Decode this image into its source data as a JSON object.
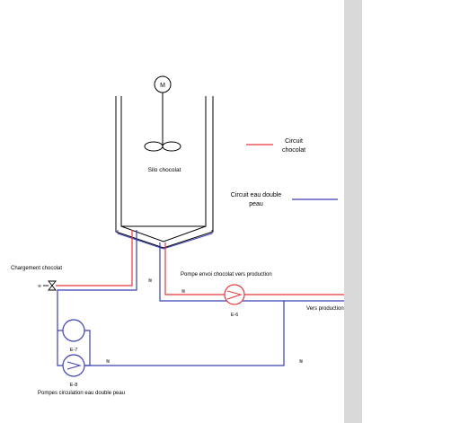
{
  "diagram": {
    "motor": {
      "label": "M"
    },
    "tank": {
      "label": "Silo chocolat"
    },
    "legend": {
      "chocolate": {
        "line1": "Circuit",
        "line2": "chocolat",
        "color": "#e8383d"
      },
      "water": {
        "line1": "Circuit eau double",
        "line2": "peau",
        "color": "#3a3fb8"
      }
    },
    "labels": {
      "loading": "Chargement chocolat",
      "pump_send": "Pompe envoi chocolat vers production",
      "to_production": "Vers production",
      "circ_pumps": "Pompes circulation eau double peau"
    },
    "pumps": [
      {
        "tag": "E-6"
      },
      {
        "tag": "E-7"
      },
      {
        "tag": "E-8"
      }
    ],
    "colors": {
      "chocolate": "#e8383d",
      "water": "#3a3fb8",
      "side_panel": "#d9d9d9"
    }
  }
}
